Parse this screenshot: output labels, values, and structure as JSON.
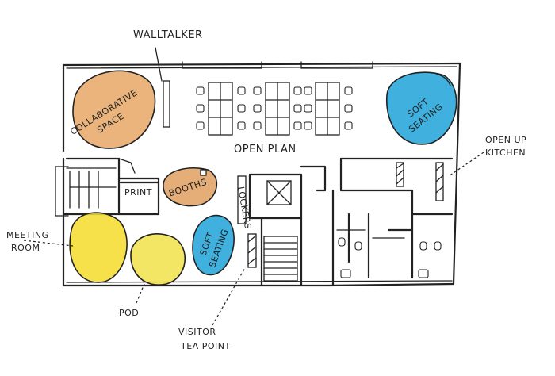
{
  "labels": {
    "walltalker": "WALLTALKER",
    "collaborative_space": [
      "COLLABORATIVE",
      "SPACE"
    ],
    "soft_seating_top": [
      "SOFT",
      "SEATING"
    ],
    "open_plan": "OPEN PLAN",
    "open_up_kitchen": [
      "OPEN UP",
      "KITCHEN"
    ],
    "print": "PRINT",
    "booths": "BOOTHS",
    "lockers": "LOCKERS",
    "soft_seating_bottom": [
      "SOFT",
      "SEATING"
    ],
    "meeting_room": [
      "MEETING",
      "ROOM"
    ],
    "pod": "POD",
    "visitor_tea_point": [
      "VISITOR",
      "TEA POINT"
    ]
  },
  "colors": {
    "collaborative": "#e8a766",
    "soft_seating": "#1fa3d8",
    "booths": "#e0a060",
    "meeting": "#f4dc2a",
    "pod": "#f2e24a",
    "ink": "#222222"
  }
}
